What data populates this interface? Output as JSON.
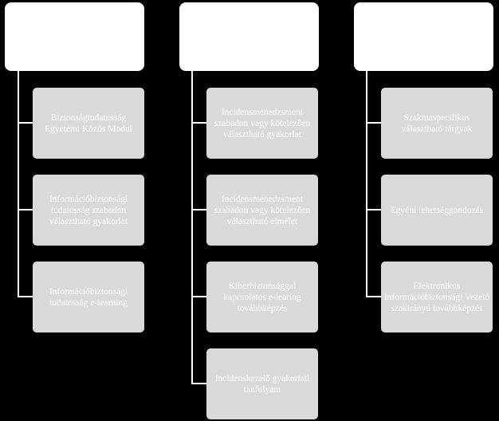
{
  "columns": [
    {
      "header": "",
      "items": [
        "Biztonságtudatosság Egyetemi Közös Modul",
        "Információbiztonsági tudatosság szabadon választható gyakorlat",
        "Információbiztonsági tudatosság e-learning"
      ]
    },
    {
      "header": "",
      "items": [
        "Incidensmenedzsment szabadon vagy kötelezően választható gyakorlat",
        "Incidensmenedzsment szabadon vagy kötelezően választható elmélet",
        "Kiberbiztonsággal kapcsolatos e-learing továbbképzés",
        "Incidenskezelő gyakorlati tanfolyam"
      ]
    },
    {
      "header": "",
      "items": [
        "Szakmaspecifikus választható tárgyak",
        "Egyéni tehetséggondozás",
        "Elektronikus Információbiztonsági Vezető szakirányú továbbképzés"
      ]
    }
  ]
}
